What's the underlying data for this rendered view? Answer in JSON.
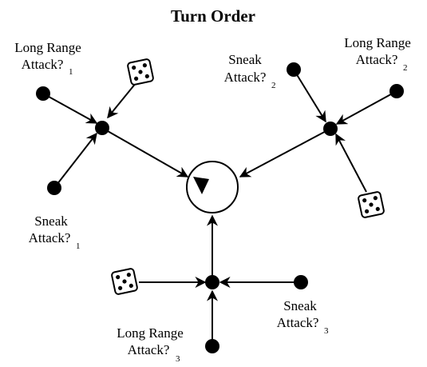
{
  "title": "Turn Order",
  "labels": {
    "lr1_line1": "Long Range",
    "lr1_line2": "Attack?",
    "lr1_sub": "1",
    "sa1_line1": "Sneak",
    "sa1_line2": "Attack?",
    "sa1_sub": "1",
    "sa2_line1": "Sneak",
    "sa2_line2": "Attack?",
    "sa2_sub": "2",
    "lr2_line1": "Long Range",
    "lr2_line2": "Attack?",
    "lr2_sub": "2",
    "sa3_line1": "Sneak",
    "sa3_line2": "Attack?",
    "sa3_sub": "3",
    "lr3_line1": "Long Range",
    "lr3_line2": "Attack?",
    "lr3_sub": "3"
  },
  "icons": [
    "dice-five-icon",
    "dice-five-icon",
    "dice-five-icon"
  ],
  "colors": {
    "stroke": "#000000",
    "fill": "#000000",
    "background": "#ffffff"
  }
}
